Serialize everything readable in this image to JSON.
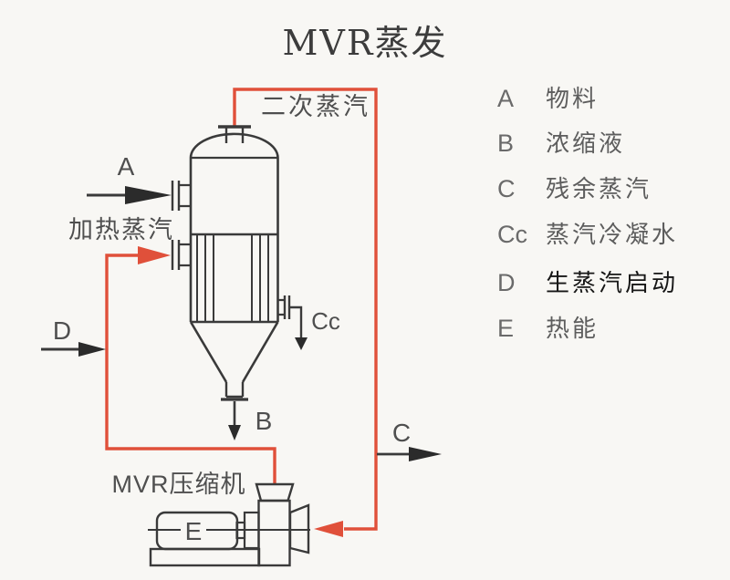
{
  "title": "MVR蒸发",
  "colors": {
    "steam_line": "#e0503a",
    "diagram_line": "#3a3a3a",
    "background": "#f8f7f4",
    "legend_text": "#5d5d5d",
    "legend_emphasis": "#161616"
  },
  "diagram": {
    "labels": {
      "secondary_steam": "二次蒸汽",
      "heating_steam": "加热蒸汽",
      "compressor": "MVR压缩机",
      "stream_a": "A",
      "stream_b": "B",
      "stream_c": "C",
      "stream_cc": "Cc",
      "stream_d": "D",
      "motor": "E"
    }
  },
  "legend": {
    "items": [
      {
        "key": "A",
        "label": "物料",
        "color": "#5d5d5d"
      },
      {
        "key": "B",
        "label": "浓缩液",
        "color": "#5d5d5d"
      },
      {
        "key": "C",
        "label": "残余蒸汽",
        "color": "#5d5d5d"
      },
      {
        "key": "Cc",
        "label": "蒸汽冷凝水",
        "color": "#5d5d5d"
      },
      {
        "key": "D",
        "label": "生蒸汽启动",
        "color": "#161616"
      },
      {
        "key": "E",
        "label": "热能",
        "color": "#5d5d5d"
      }
    ]
  }
}
